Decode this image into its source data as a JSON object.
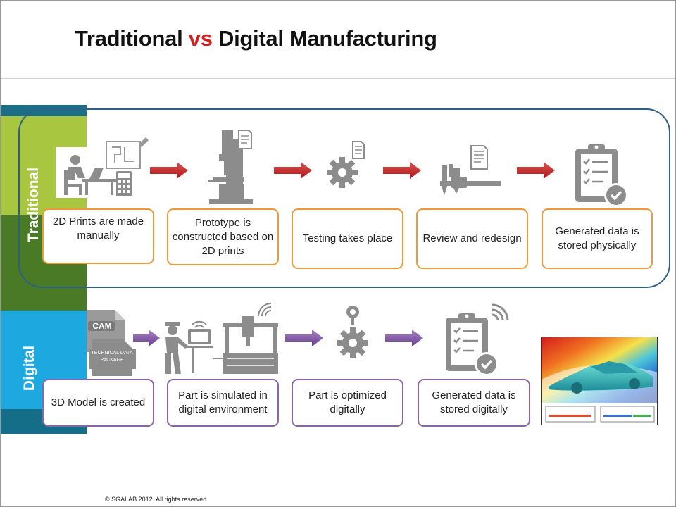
{
  "title": {
    "part1": "Traditional",
    "part2": "vs",
    "part3": "Digital Manufacturing"
  },
  "colors": {
    "accent_red": "#d42020",
    "traditional_band": "#a8c640",
    "digital_band": "#1ea8e0",
    "orange_border": "#ef9a3a",
    "purple_border": "#8a64a6",
    "frame": "#2d5f8a"
  },
  "traditional": {
    "label": "Traditional",
    "steps": [
      {
        "text": "2D Prints are made manually",
        "icon": "desk-drafting-icon"
      },
      {
        "text": "Prototype is constructed based on 2D prints",
        "icon": "milling-machine-icon"
      },
      {
        "text": "Testing takes place",
        "icon": "gear-document-icon"
      },
      {
        "text": "Review and redesign",
        "icon": "caliper-document-icon"
      },
      {
        "text": "Generated data is stored physically",
        "icon": "clipboard-check-icon"
      }
    ]
  },
  "digital": {
    "label": "Digital",
    "cam_label": "CAM",
    "package_label": "TECHNICAL DATA PACKAGE",
    "steps": [
      {
        "text": "3D Model is created",
        "icon": "cam-package-icon"
      },
      {
        "text": "Part is simulated in digital environment",
        "icon": "worker-machine-icon"
      },
      {
        "text": "Part is optimized digitally",
        "icon": "gear-pin-icon"
      },
      {
        "text": "Generated data is stored digitally",
        "icon": "clipboard-wifi-icon"
      }
    ]
  },
  "footer": "© SGALAB 2012. All rights reserved."
}
